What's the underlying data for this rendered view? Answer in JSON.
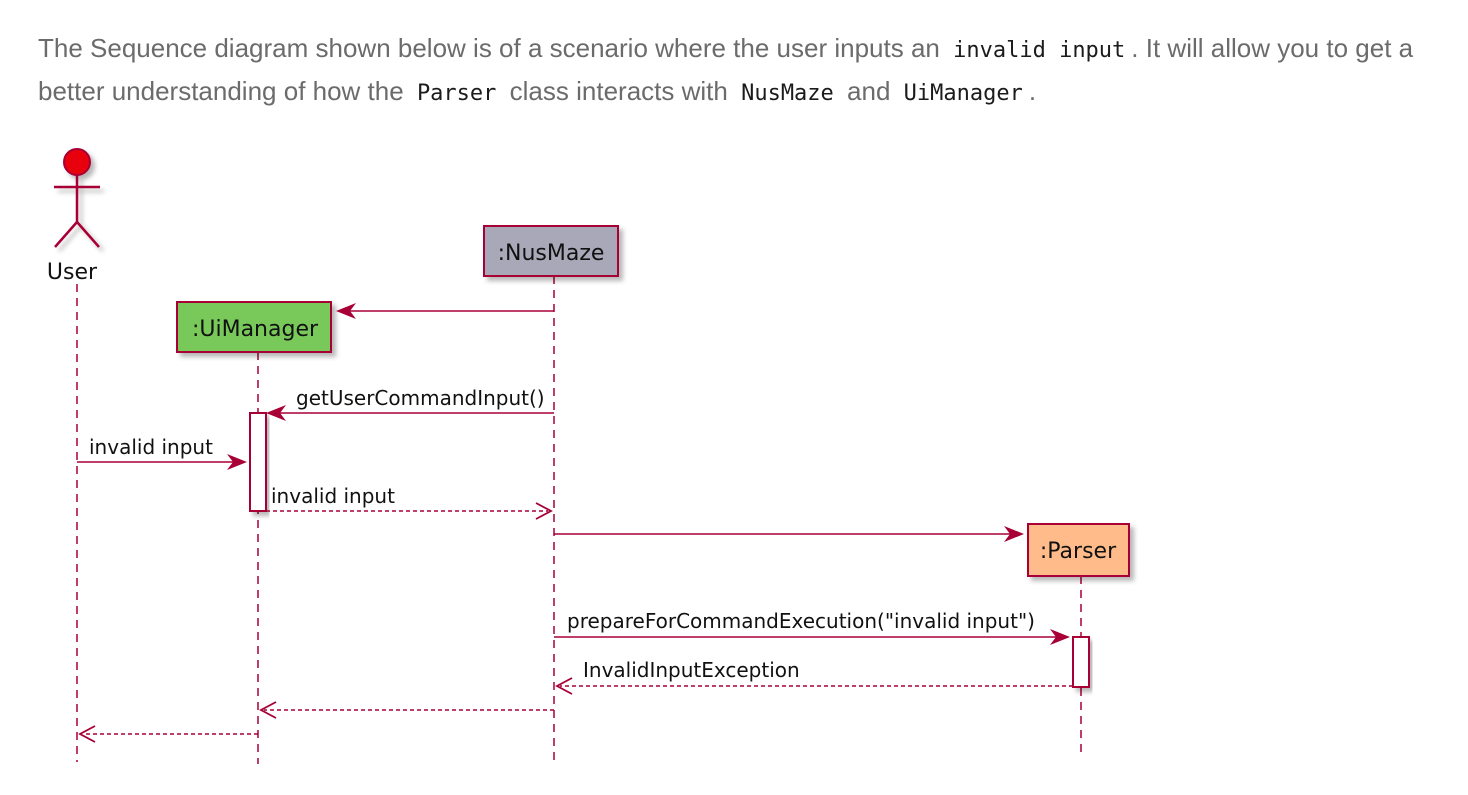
{
  "intro": {
    "part1": "The Sequence diagram shown below is of a scenario where the user inputs an",
    "code1": "invalid input",
    "part2": ". It will allow you to get a better understanding of how the",
    "code2": "Parser",
    "part3": "class interacts with",
    "code3": "NusMaze",
    "part4": "and",
    "code4": "UiManager",
    "part5": "."
  },
  "diagram": {
    "actor": {
      "label": "User",
      "color": "#e8000b"
    },
    "participants": {
      "nusmaze": {
        "label": ":NusMaze",
        "color": "#a8a8b8"
      },
      "uimanager": {
        "label": ":UiManager",
        "color": "#78c85a"
      },
      "parser": {
        "label": ":Parser",
        "color": "#ffbc8a"
      }
    },
    "line_color": "#a80036",
    "messages": {
      "get_user_command_input": "getUserCommandInput()",
      "user_invalid_input": "invalid input",
      "return_invalid_input": "invalid input",
      "prepare_for_command_execution": "prepareForCommandExecution(\"invalid input\")",
      "invalid_input_exception": "InvalidInputException"
    }
  }
}
